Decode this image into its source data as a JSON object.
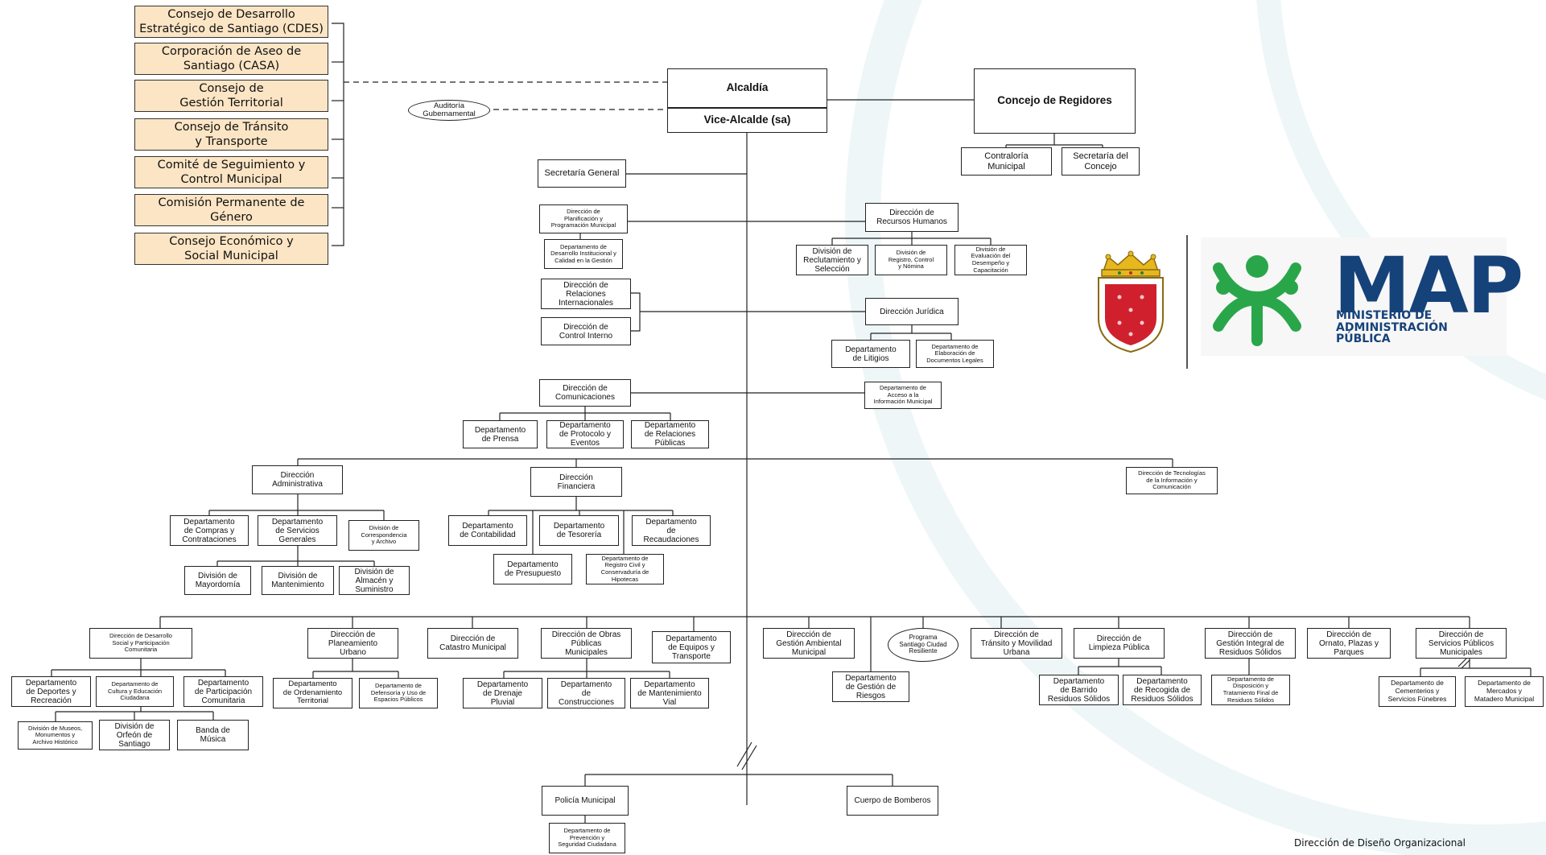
{
  "councils": [
    "Consejo de Desarrollo\nEstratégico de Santiago (CDES)",
    "Corporación de Aseo de\nSantiago (CASA)",
    "Consejo de\nGestión Territorial",
    "Consejo de Tránsito\ny Transporte",
    "Comité de Seguimiento y\nControl Municipal",
    "Comisión Permanente de\nGénero",
    "Consejo Económico y\nSocial Municipal"
  ],
  "top": {
    "alcaldia": "Alcaldía",
    "vice": "Vice-Alcalde (sa)",
    "auditoria": "Auditoría\nGubernamental",
    "concejo": "Concejo de Regidores",
    "contraloria": "Contraloría\nMunicipal",
    "secretaria_concejo": "Secretaría del\nConcejo",
    "secretaria_general": "Secretaría General"
  },
  "upper": {
    "planificacion": "Dirección de\nPlanificación y\nProgramación Municipal",
    "desarrollo_institucional": "Departamento de\nDesarrollo Institucional y\nCalidad en la Gestión",
    "relaciones_int": "Dirección de\nRelaciones\nInternacionales",
    "control_interno": "Dirección de\nControl Interno",
    "rrhh": "Dirección de\nRecursos Humanos",
    "reclutamiento": "División de\nReclutamiento y\nSelección",
    "registro_nomina": "División de\nRegistro, Control\ny Nómina",
    "evaluacion": "División de\nEvaluación del\nDesempeño y\nCapacitación",
    "juridica": "Dirección Jurídica",
    "litigios": "Departamento\nde Litigios",
    "documentos_legales": "Departamento de\nElaboración de\nDocumentos Legales",
    "comunicaciones": "Dirección de\nComunicaciones",
    "acceso_info": "Departamento de\nAcceso a la\nInformación Municipal",
    "prensa": "Departamento\nde Prensa",
    "protocolo": "Departamento\nde Protocolo y\nEventos",
    "relaciones_publicas": "Departamento\nde Relaciones\nPúblicas"
  },
  "middle": {
    "administrativa": "Dirección\nAdministrativa",
    "financiera": "Dirección\nFinanciera",
    "tic": "Dirección de Tecnologías\nde la Información y\nComunicación",
    "compras": "Departamento\nde Compras y\nContrataciones",
    "servicios_generales": "Departamento\nde Servicios\nGenerales",
    "correspondencia": "División de\nCorrespondencia\ny Archivo",
    "mayordomia": "División de\nMayordomía",
    "mantenimiento": "División de\nMantenimiento",
    "almacen": "División de\nAlmacén y\nSuministro",
    "contabilidad": "Departamento\nde Contabilidad",
    "tesoreria": "Departamento\nde Tesorería",
    "recaudaciones": "Departamento\nde\nRecaudaciones",
    "presupuesto": "Departamento\nde Presupuesto",
    "registro_civil": "Departamento de\nRegistro Civil y\nConservaduría de\nHipotecas"
  },
  "lower": {
    "desarrollo_social": "Dirección de Desarrollo\nSocial y Participación\nComunitaria",
    "deportes": "Departamento\nde Deportes y\nRecreación",
    "cultura": "Departamento de\nCultura y Educación\nCiudadana",
    "participacion": "Departamento\nde Participación\nComunitaria",
    "museos": "División de Museos,\nMonumentos y\nArchivo Histórico",
    "orfeon": "División de\nOrfeón de\nSantiago",
    "banda": "Banda de\nMúsica",
    "planeamiento": "Dirección de\nPlaneamiento\nUrbano",
    "ordenamiento": "Departamento\nde Ordenamiento\nTerritorial",
    "defensoria": "Departamento de\nDefensoría y Uso de\nEspacios Públicos",
    "catastro": "Dirección de\nCatastro Municipal",
    "obras": "Dirección de Obras\nPúblicas\nMunicipales",
    "drenaje": "Departamento\nde Drenaje\nPluvial",
    "construcciones": "Departamento\nde\nConstrucciones",
    "mantenimiento_vial": "Departamento\nde Mantenimiento\nVial",
    "equipos": "Departamento\nde Equipos y\nTransporte",
    "ambiental": "Dirección de\nGestión Ambiental\nMunicipal",
    "riesgos": "Departamento\nde Gestión de\nRiesgos",
    "programa": "Programa\nSantiago Ciudad\nResiliente",
    "transito": "Dirección de\nTránsito y Movilidad\nUrbana",
    "limpieza": "Dirección de\nLimpieza Pública",
    "barrido": "Departamento\nde Barrido\nResiduos Sólidos",
    "recogida": "Departamento\nde Recogida de\nResiduos Sólidos",
    "residuos": "Dirección de\nGestión Integral de\nResiduos Sólidos",
    "disposicion": "Departamento de\nDisposición y\nTratamiento Final de\nResiduos Sólidos",
    "ornato": "Dirección de\nOrnato, Plazas y\nParques",
    "servicios_publicos": "Dirección de\nServicios Públicos\nMunicipales",
    "cementerios": "Departamento de\nCementerios y\nServicios Fúnebres",
    "mercados": "Departamento de\nMercados y\nMatadero Municipal"
  },
  "bottom": {
    "policia": "Policía Municipal",
    "bomberos": "Cuerpo de Bomberos",
    "prevencion": "Departamento de\nPrevención y\nSeguridad Ciudadana"
  },
  "logo": {
    "wordmark": "MAP",
    "subtitle": "MINISTERIO DE\nADMINISTRACIÓN\nPÚBLICA"
  },
  "footer": "Dirección de Diseño Organizacional",
  "colors": {
    "council_fill": "#fce5c4",
    "map_green": "#2aa64a",
    "map_blue": "#16427a",
    "shield_red": "#d0202e",
    "crown_gold": "#e6b81e"
  }
}
